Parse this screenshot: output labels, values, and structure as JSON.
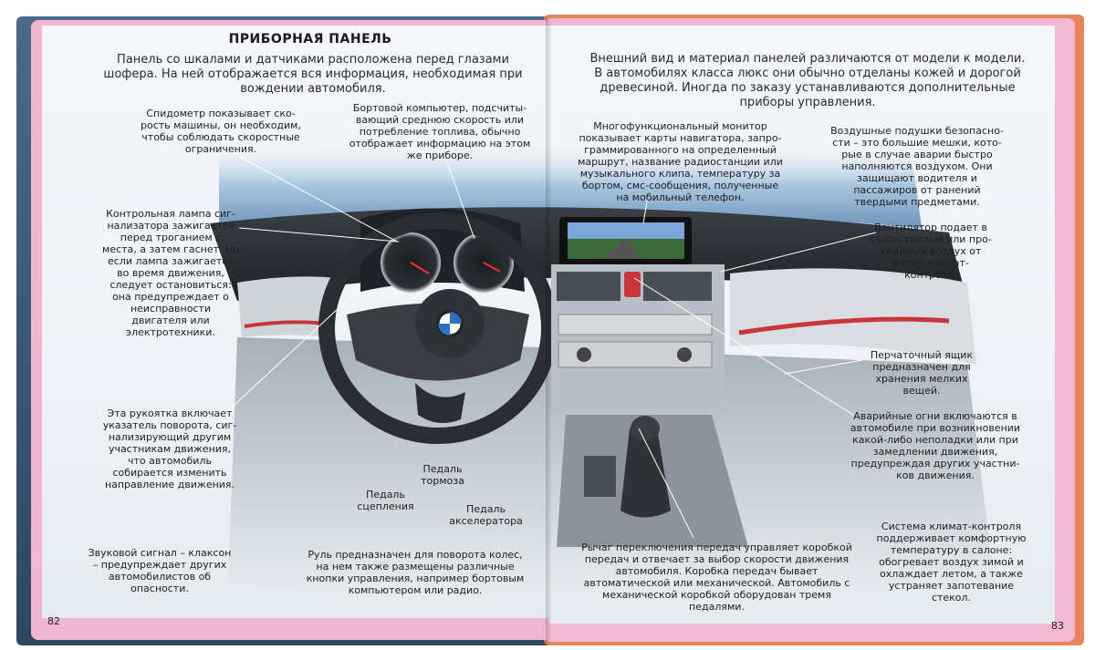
{
  "left_page": {
    "title": "ПРИБОРНАЯ ПАНЕЛЬ",
    "intro": "Панель со шкалами и датчиками расположена перед глазами шофера. На ней отображается вся информация, необходимая при вождении автомобиля.",
    "labels": {
      "speedometer": "Спидометр показывает ско­рость машины, он необходим, чтобы соблюдать скоростные ограничения.",
      "trip_computer": "Бортовой компьютер, подсчиты­вающий среднюю скорость или потребление топлива, обычно отображает информацию на этом же приборе.",
      "warning_lamp": "Контрольная лампа сиг­нализатора зажигается перед троганием с места, а затем гаснет. Но если лампа зажигается во время движения, следует остановиться: она преду­преждает о неисправно­сти двигателя или электротехники.",
      "indicator_stalk": "Эта рукоятка включает указатель поворота, сиг­нализирующий другим участни­кам движения, что автомобиль собирается изменить направление движения.",
      "brake_pedal": "Педаль тормоза",
      "clutch_pedal": "Педаль сцепления",
      "accelerator_pedal": "Педаль акселератора",
      "horn": "Звуковой сигнал – клак­сон – предупреждает других автомобилистов об опасности.",
      "steering_wheel": "Руль предназначен для поворота колес, на нем также размещены различные кнопки управления, например бортовым компьютером или радио."
    },
    "page_number": "82"
  },
  "right_page": {
    "intro": "Внешний вид и материал панелей различаются от модели к модели. В автомобилях класса люкс они обычно отделаны кожей и дорогой древесиной. Иногда по заказу устанавливаются дополнительные приборы управления.",
    "labels": {
      "monitor": "Многофункциональный монитор показывает карты навигатора, запро­граммированного на определенный маршрут, название радиостанции или музыкального клипа, температуру за бортом, смс-сообщения, получен­ные на мобильный телефон.",
      "airbags": "Воздушные подушки безопасно­сти – это большие мешки, кото­рые в случае аварии быстро наполняются воздухом. Они защи­щают водителя и пассажиров от ранений твердыми предметами.",
      "fan": "Вентилятор подает в салон теплый или про­хладный воздух от блока климат-контроля.",
      "glovebox": "Перчаточный ящик предназначен для хра­нения мелких вещей.",
      "hazard_lights": "Аварийные огни включаются в автомобиле при возникнове­нии какой-либо неполадки или при замедлении движения, предупреждая других участни­ков движения.",
      "gear_lever": "Рычаг переключения передач управляет коробкой передач и отвечает за выбор скорости движения автомобиля. Коробка передач бывает автоматиче­ской или механической. Автомобиль с механиче­ской коробкой оборудован тремя педалями.",
      "climate_control": "Система климат-контроля поддерживает комфорт­ную температуру в салоне: обогревает воздух зимой и охлаждает летом, а также устраняет запоте­вание стекол."
    },
    "page_number": "83"
  },
  "colors": {
    "page_border_pink": "#f0b6d2",
    "cover_orange": "#e8845a",
    "cover_blue": "#3d5a78",
    "leader_line": "#ffffff",
    "dashboard_dark": "#2b2f35",
    "trim_red": "#c8363a"
  }
}
